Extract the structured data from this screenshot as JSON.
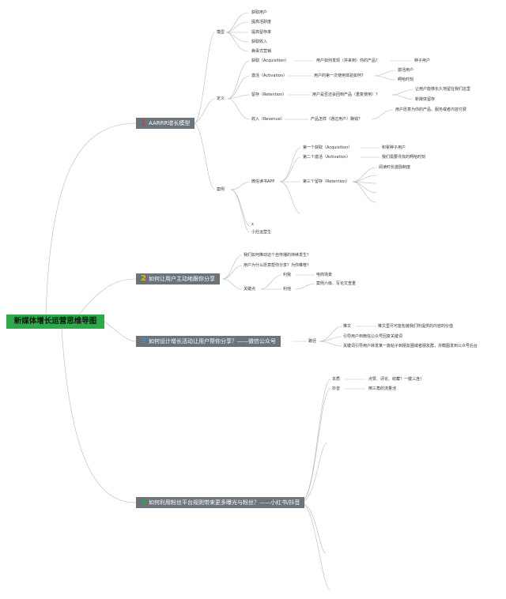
{
  "root": "新媒体增长运营思维导图",
  "colors": {
    "root_bg": "#2ea84a",
    "branch_bg": "#6b737b",
    "num1": "#e0343e",
    "num2": "#e8b800",
    "num3": "#3a8ee0",
    "num4": "#2ea84a",
    "line": "#b5b5b5"
  },
  "b1": {
    "num": "1",
    "label": "AARRR增长模型",
    "model": {
      "label": "模型",
      "items": [
        "获取用户",
        "提高活跃度",
        "提高留存率",
        "获取收入",
        "病毒式营销"
      ]
    },
    "def": {
      "label": "定义",
      "acq": {
        "label": "获取（Acquisition）",
        "q": "用户如何发现（并来到）你的产品？",
        "a": "种子用户"
      },
      "act": {
        "label": "激活（Activation）",
        "q": "用户的第一次使用体验如何？",
        "a1": "激活用户",
        "a2": "啊哈时刻"
      },
      "ret": {
        "label": "留存（Retention）",
        "q": "用户是否还会回到产品（重复使用）？",
        "a1": "让用户能够长久地留在我们这里",
        "a2": "新媒体留存"
      },
      "rev": {
        "label": "收入（Revenue）",
        "q": "产品怎样（通过用户）赚钱？",
        "a": "用户愿意为你的产品、服务或者内容付费"
      }
    },
    "case": {
      "label": "案例",
      "app": "微信读书APP",
      "s1": "第一个获取（Acquisition）",
      "s1a": "积累种子用户",
      "s2": "第二个激活（Activation）",
      "s2a": "我们需要寻找的啊哈时刻",
      "s3": "第三个留存（Retention）",
      "s3a": "阅读时长激励制度",
      "x": "x",
      "xiao": "小灶运营生"
    }
  },
  "b2": {
    "num": "2",
    "label": "如何让用户主动地跟你分享",
    "q1": "我们如何推动这个自传播的持续发生？",
    "q2": "用户为什么愿意帮你分享？为你推荐？",
    "key": "关键点",
    "li_wo": "利我",
    "li_wo_a": "电商场景",
    "li_ta": "利他",
    "li_ta_a": "案例六级、写论文查重"
  },
  "b3": {
    "num": "3",
    "label": "如何设计增长活动让用户帮你分享？——微信公众号",
    "path": "路径",
    "p1": "推文",
    "p1a": "推文里尽可能包装我们所提供的内容的价值",
    "p2": "引导用户到微信公众号回复关键词",
    "p3": "关键词引导用户转发某一篇帖子到朋友圈或者朋友群，并截图发到公众号后台"
  },
  "b4": {
    "num": "4",
    "label": "如何利用粉丝平台规则带来更多曝光与粉丝？——小红书/抖音",
    "n1": "本质",
    "n1a": "点赞、评论、收藏！一键三连！",
    "n2": "抖音",
    "n2a": "倒三角的流量池"
  }
}
